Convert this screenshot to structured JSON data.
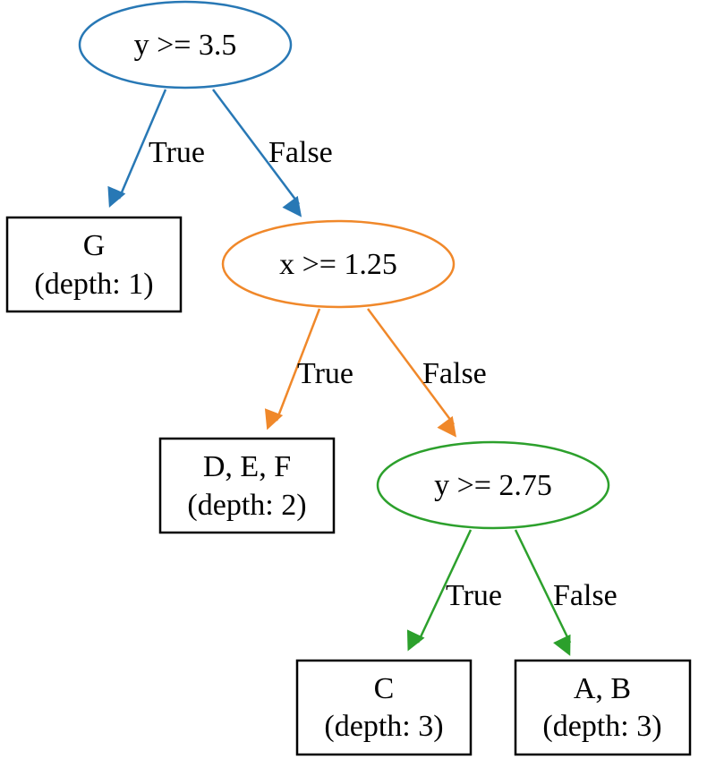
{
  "colors": {
    "level1": "#2878b5",
    "level2": "#f0882a",
    "level3": "#2ca02c",
    "leaf_border": "#000000"
  },
  "decisions": [
    {
      "label": "y >= 3.5"
    },
    {
      "label": "x >= 1.25"
    },
    {
      "label": "y >= 2.75"
    }
  ],
  "leaves": [
    {
      "name": "G",
      "depth": "(depth: 1)"
    },
    {
      "name": "D, E, F",
      "depth": "(depth: 2)"
    },
    {
      "name": "C",
      "depth": "(depth: 3)"
    },
    {
      "name": "A, B",
      "depth": "(depth: 3)"
    }
  ],
  "edge_labels": {
    "true": "True",
    "false": "False"
  }
}
